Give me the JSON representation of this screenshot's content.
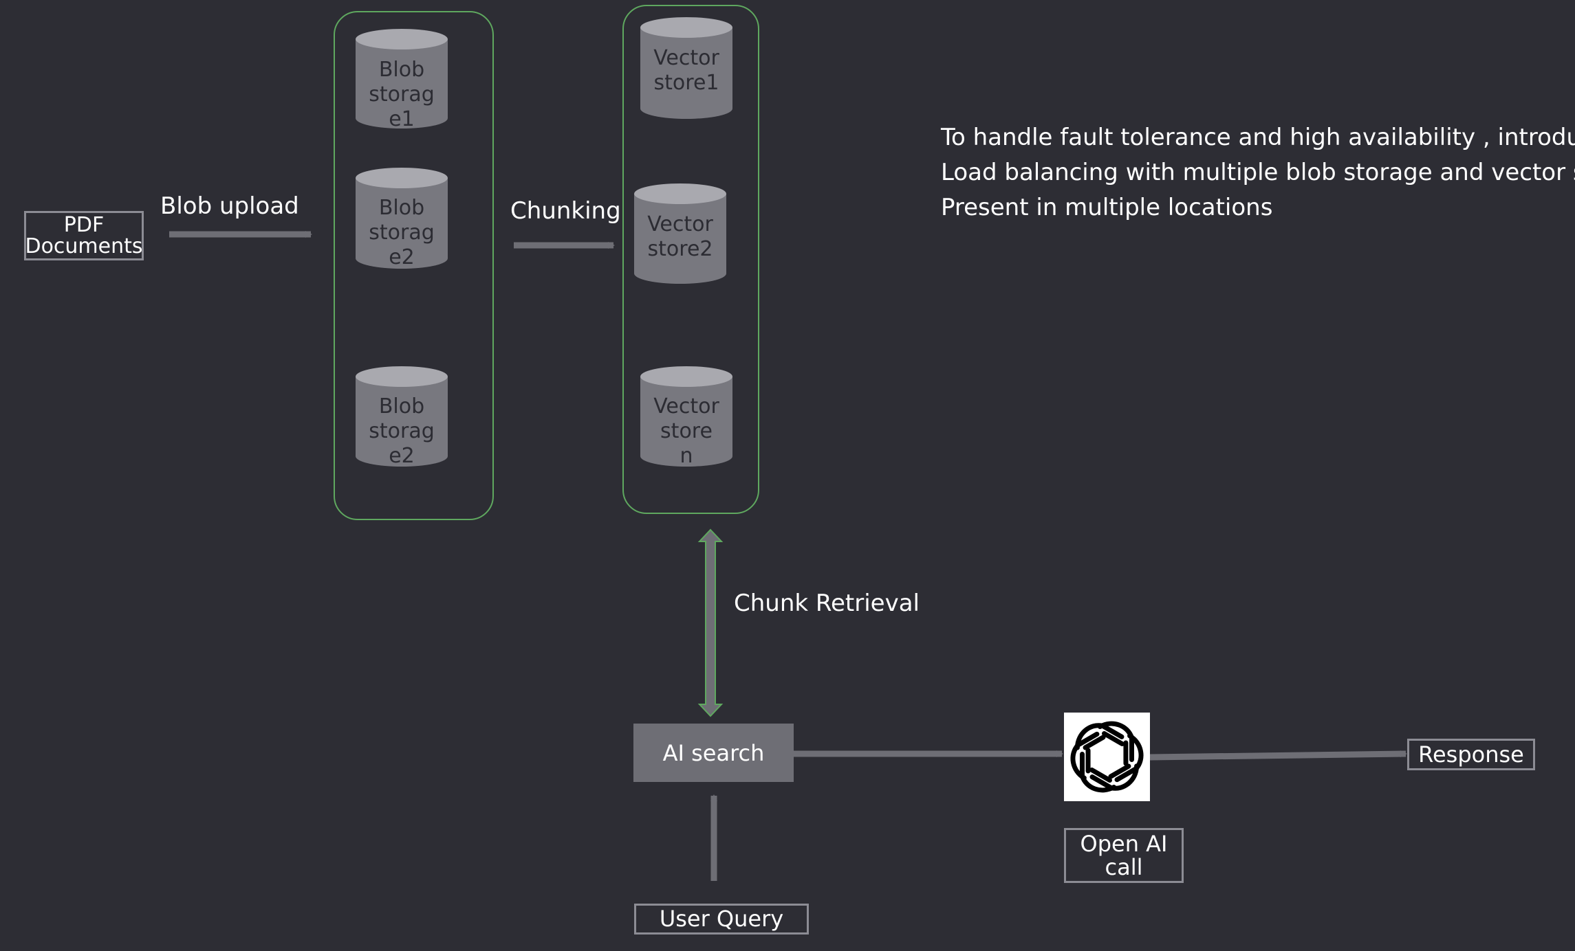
{
  "nodes": {
    "pdf_documents": "PDF\nDocuments",
    "blob_storages": [
      "Blob\nstorag\ne1",
      "Blob\nstorag\ne2",
      "Blob\nstorag\ne2"
    ],
    "vector_stores": [
      "Vector\nstore1",
      "Vector\nstore2",
      "Vector\nstore\nn"
    ],
    "ai_search": "AI search",
    "openai_call": "Open AI\ncall",
    "response": "Response",
    "user_query": "User Query"
  },
  "edges": {
    "blob_upload": "Blob upload",
    "chunking": "Chunking",
    "chunk_retrieval": "Chunk Retrieval"
  },
  "note_lines": [
    "To handle fault tolerance and high availability , introducing",
    "Load balancing with multiple blob storage and vector stores",
    "Present in multiple locations"
  ],
  "colors": {
    "background": "#2d2d34",
    "group_border": "#5fa85f",
    "arrow": "#6e6e75",
    "cylinder_body": "#78787f",
    "cylinder_top": "#a9a9af",
    "node_border": "#8c8c94"
  },
  "icons": {
    "openai_logo": "openai-logo-icon"
  }
}
